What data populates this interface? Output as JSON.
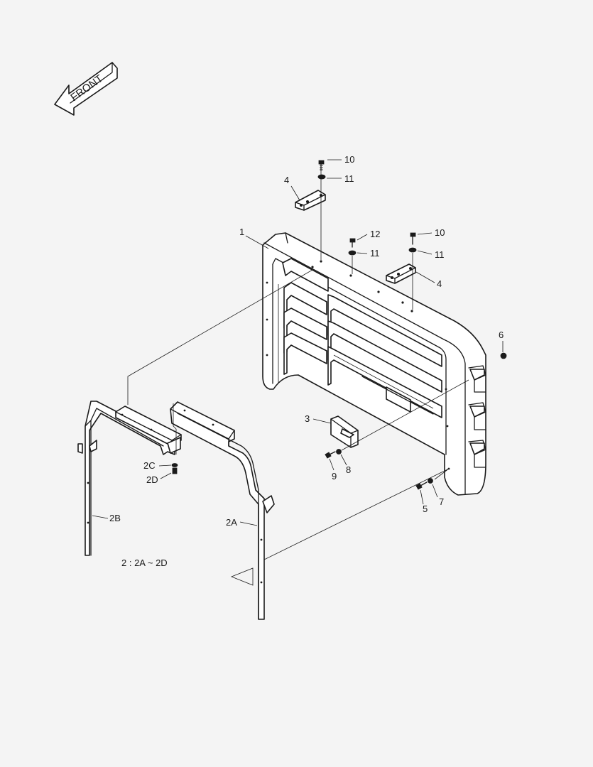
{
  "direction_indicator": {
    "text": "FRONT"
  },
  "callouts": [
    {
      "id": "c-10a",
      "text": "10"
    },
    {
      "id": "c-11a",
      "text": "11"
    },
    {
      "id": "c-4a",
      "text": "4"
    },
    {
      "id": "c-1",
      "text": "1"
    },
    {
      "id": "c-12",
      "text": "12"
    },
    {
      "id": "c-11b",
      "text": "11"
    },
    {
      "id": "c-10b",
      "text": "10"
    },
    {
      "id": "c-11c",
      "text": "11"
    },
    {
      "id": "c-4b",
      "text": "4"
    },
    {
      "id": "c-6",
      "text": "6"
    },
    {
      "id": "c-3",
      "text": "3"
    },
    {
      "id": "c-8",
      "text": "8"
    },
    {
      "id": "c-9",
      "text": "9"
    },
    {
      "id": "c-2c",
      "text": "2C"
    },
    {
      "id": "c-2d",
      "text": "2D"
    },
    {
      "id": "c-2b",
      "text": "2B"
    },
    {
      "id": "c-2a",
      "text": "2A"
    },
    {
      "id": "c-7",
      "text": "7"
    },
    {
      "id": "c-5",
      "text": "5"
    }
  ],
  "assembly_note": {
    "text": "2 : 2A ~ 2D"
  }
}
